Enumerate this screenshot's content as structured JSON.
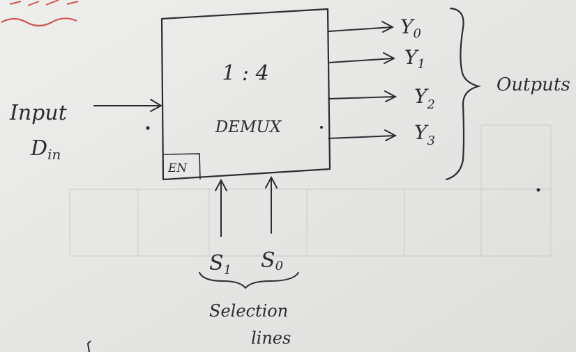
{
  "block": {
    "ratio": "1 : 4",
    "name": "DEMUX",
    "enable": "EN"
  },
  "input": {
    "word": "Input",
    "signal_base": "D",
    "signal_sub": "in"
  },
  "outputs": [
    {
      "base": "Y",
      "sub": "0"
    },
    {
      "base": "Y",
      "sub": "1"
    },
    {
      "base": "Y",
      "sub": "2"
    },
    {
      "base": "Y",
      "sub": "3"
    }
  ],
  "outputs_label": "Outputs",
  "selects": [
    {
      "base": "S",
      "sub": "1"
    },
    {
      "base": "S",
      "sub": "0"
    }
  ],
  "selects_label_line1": "Selection",
  "selects_label_line2": "lines"
}
